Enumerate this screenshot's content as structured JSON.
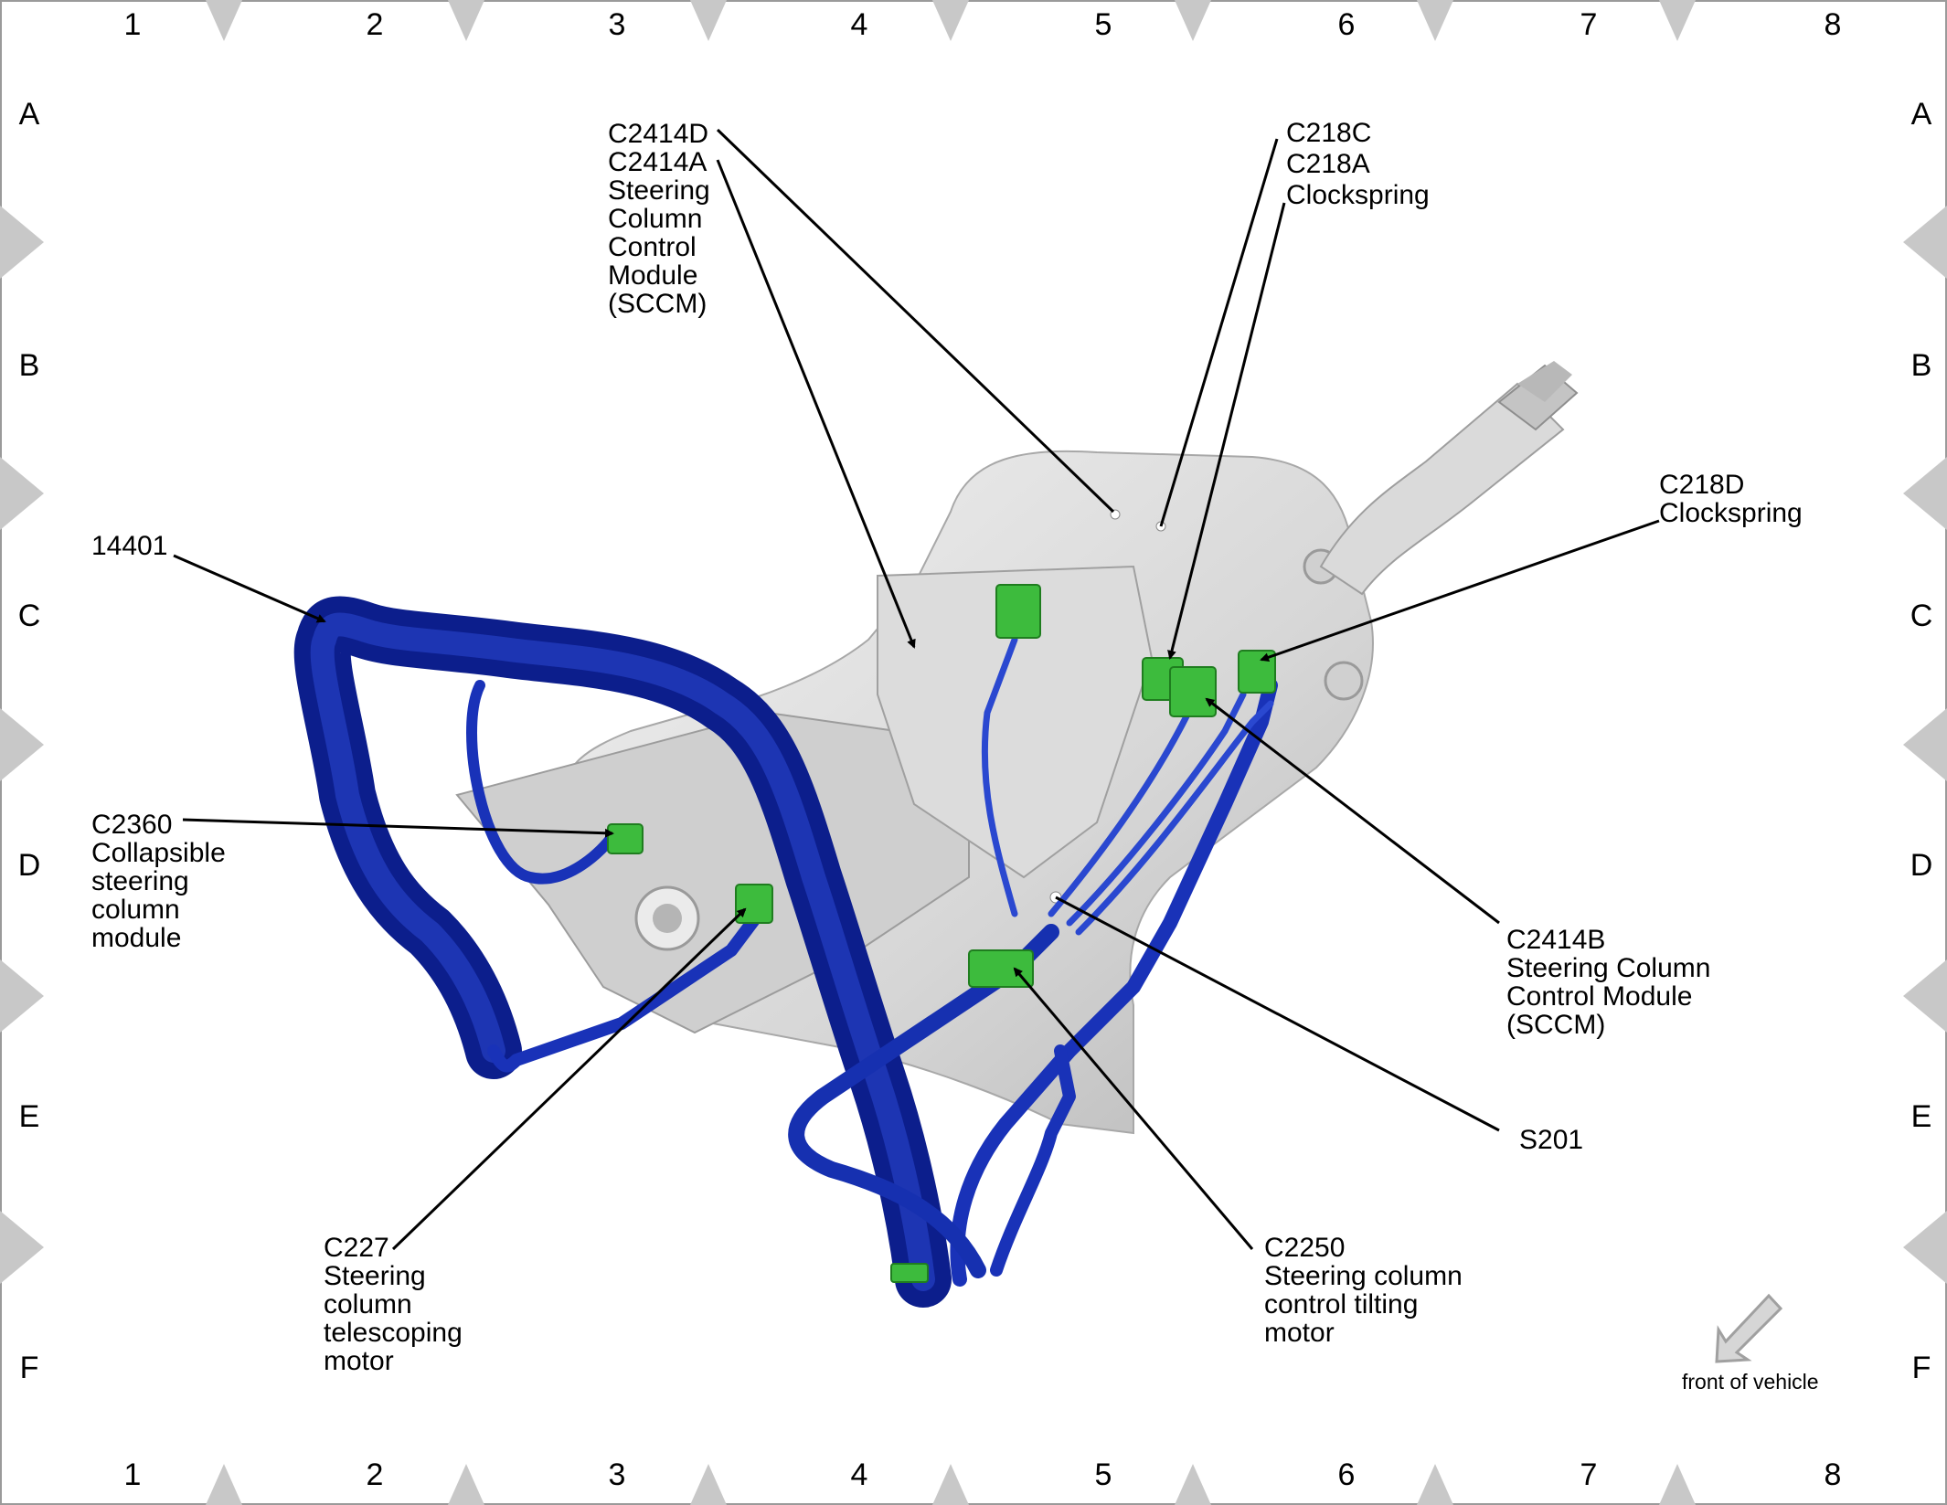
{
  "grid": {
    "columns": [
      "1",
      "2",
      "3",
      "4",
      "5",
      "6",
      "7",
      "8"
    ],
    "rows": [
      "A",
      "B",
      "C",
      "D",
      "E",
      "F"
    ]
  },
  "callouts": {
    "c2414d": {
      "lines": [
        "C2414D",
        "C2414A",
        "Steering",
        "Column",
        "Control",
        "Module",
        "(SCCM)"
      ]
    },
    "c218c": {
      "lines": [
        "C218C",
        "C218A",
        "Clockspring"
      ]
    },
    "c218d": {
      "lines": [
        "C218D",
        "Clockspring"
      ]
    },
    "p14401": {
      "lines": [
        "14401"
      ]
    },
    "c2360": {
      "lines": [
        "C2360",
        "Collapsible",
        "steering",
        "column",
        "module"
      ]
    },
    "c2414b": {
      "lines": [
        "C2414B",
        "Steering Column",
        "Control Module",
        "(SCCM)"
      ]
    },
    "s201": {
      "lines": [
        "S201"
      ]
    },
    "c227": {
      "lines": [
        "C227",
        "Steering",
        "column",
        "telescoping",
        "motor"
      ]
    },
    "c2250": {
      "lines": [
        "C2250",
        "Steering column",
        "control tilting",
        "motor"
      ]
    }
  },
  "orientation": {
    "label": "front of vehicle",
    "icon": "arrow-down-left-icon"
  },
  "colors": {
    "harness": "#1a2fa8",
    "connector": "#3dbb3d",
    "housing": "#d9d9d9",
    "frame_markers": "#c8c8c8"
  }
}
